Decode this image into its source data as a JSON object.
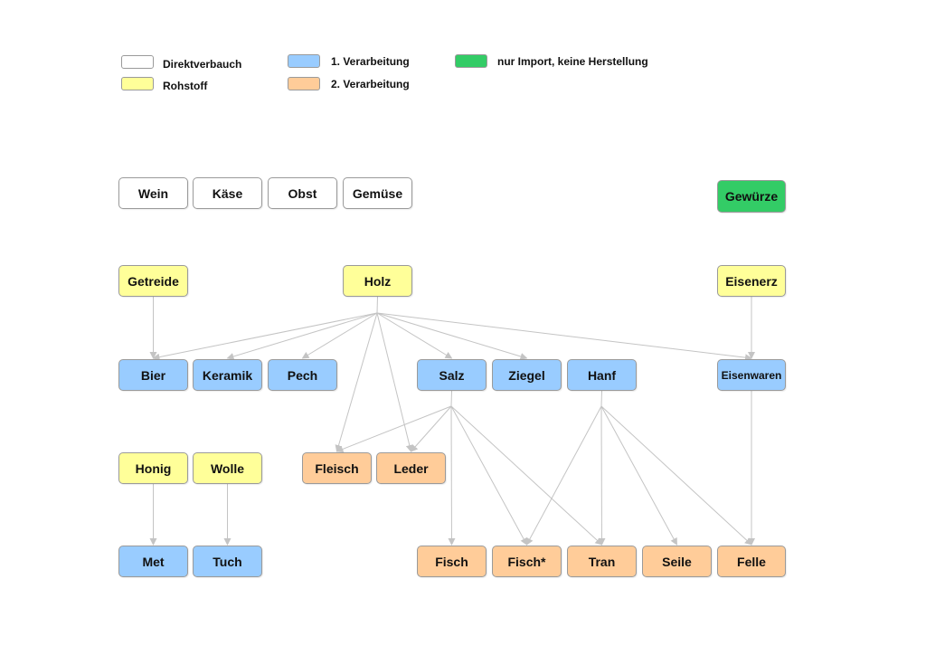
{
  "legend": [
    {
      "label": "Direktverbauch",
      "category": "direct"
    },
    {
      "label": "Rohstoff",
      "category": "raw"
    },
    {
      "label": "1. Verarbeitung",
      "category": "proc1"
    },
    {
      "label": "2. Verarbeitung",
      "category": "proc2"
    },
    {
      "label": "nur Import, keine Herstellung",
      "category": "import"
    }
  ],
  "colors": {
    "direct": "#ffffff",
    "raw": "#ffff99",
    "proc1": "#99ccff",
    "proc2": "#ffcc99",
    "import": "#33cc66",
    "edge": "#c4c4c4"
  },
  "nodes": {
    "wein": {
      "label": "Wein",
      "category": "direct"
    },
    "kaese": {
      "label": "Käse",
      "category": "direct"
    },
    "obst": {
      "label": "Obst",
      "category": "direct"
    },
    "gemuese": {
      "label": "Gemüse",
      "category": "direct"
    },
    "gewuerze": {
      "label": "Gewürze",
      "category": "import"
    },
    "getreide": {
      "label": "Getreide",
      "category": "raw"
    },
    "holz": {
      "label": "Holz",
      "category": "raw"
    },
    "eisenerz": {
      "label": "Eisenerz",
      "category": "raw"
    },
    "bier": {
      "label": "Bier",
      "category": "proc1"
    },
    "keramik": {
      "label": "Keramik",
      "category": "proc1"
    },
    "pech": {
      "label": "Pech",
      "category": "proc1"
    },
    "salz": {
      "label": "Salz",
      "category": "proc1"
    },
    "ziegel": {
      "label": "Ziegel",
      "category": "proc1"
    },
    "hanf": {
      "label": "Hanf",
      "category": "proc1"
    },
    "eisenwaren": {
      "label": "Eisenwaren",
      "category": "proc1"
    },
    "honig": {
      "label": "Honig",
      "category": "raw"
    },
    "wolle": {
      "label": "Wolle",
      "category": "raw"
    },
    "fleisch": {
      "label": "Fleisch",
      "category": "proc2"
    },
    "leder": {
      "label": "Leder",
      "category": "proc2"
    },
    "met": {
      "label": "Met",
      "category": "proc1"
    },
    "tuch": {
      "label": "Tuch",
      "category": "proc1"
    },
    "fisch": {
      "label": "Fisch",
      "category": "proc2"
    },
    "fisch_star": {
      "label": "Fisch*",
      "category": "proc2"
    },
    "tran": {
      "label": "Tran",
      "category": "proc2"
    },
    "seile": {
      "label": "Seile",
      "category": "proc2"
    },
    "felle": {
      "label": "Felle",
      "category": "proc2"
    }
  },
  "edges": [
    [
      "getreide",
      "bier"
    ],
    [
      "holz",
      "bier"
    ],
    [
      "holz",
      "keramik"
    ],
    [
      "holz",
      "pech"
    ],
    [
      "holz",
      "salz"
    ],
    [
      "holz",
      "ziegel"
    ],
    [
      "holz",
      "eisenwaren"
    ],
    [
      "holz",
      "fleisch"
    ],
    [
      "holz",
      "leder"
    ],
    [
      "eisenerz",
      "eisenwaren"
    ],
    [
      "salz",
      "fleisch"
    ],
    [
      "salz",
      "leder"
    ],
    [
      "salz",
      "fisch"
    ],
    [
      "salz",
      "fisch_star"
    ],
    [
      "salz",
      "tran"
    ],
    [
      "hanf",
      "fisch_star"
    ],
    [
      "hanf",
      "tran"
    ],
    [
      "hanf",
      "seile"
    ],
    [
      "hanf",
      "felle"
    ],
    [
      "eisenwaren",
      "felle"
    ],
    [
      "honig",
      "met"
    ],
    [
      "wolle",
      "tuch"
    ]
  ]
}
